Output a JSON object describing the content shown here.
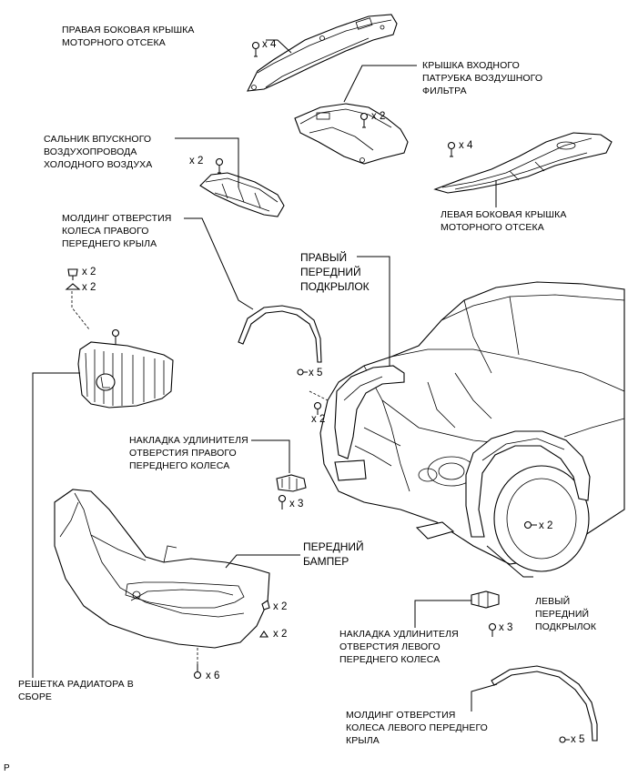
{
  "labels": {
    "right_engine_cover": "ПРАВАЯ БОКОВАЯ КРЫШКА\nМОТОРНОГО ОТСЕКА",
    "air_filter_inlet_cover": "КРЫШКА ВХОДНОГО\nПАТРУБКА ВОЗДУШНОГО\nФИЛЬТРА",
    "cold_air_intake_seal": "САЛЬНИК ВПУСКНОГО\nВОЗДУХОПРОВОДА\nХОЛОДНОГО ВОЗДУХА",
    "left_engine_cover": "ЛЕВАЯ БОКОВАЯ КРЫШКА\nМОТОРНОГО ОТСЕКА",
    "right_fender_molding": "МОЛДИНГ ОТВЕРСТИЯ\nКОЛЕСА ПРАВОГО\nПЕРЕДНЕГО КРЫЛА",
    "right_front_liner": "ПРАВЫЙ\nПЕРЕДНИЙ\nПОДКРЫЛОК",
    "right_wheel_extension": "НАКЛАДКА УДЛИНИТЕЛЯ\nОТВЕРСТИЯ ПРАВОГО\nПЕРЕДНЕГО КОЛЕСА",
    "front_bumper": "ПЕРЕДНИЙ\nБАМПЕР",
    "left_front_liner": "ЛЕВЫЙ\nПЕРЕДНИЙ\nПОДКРЫЛОК",
    "left_wheel_extension": "НАКЛАДКА УДЛИНИТЕЛЯ\nОТВЕРСТИЯ ЛЕВОГО\nПЕРЕДНЕГО КОЛЕСА",
    "radiator_grille": "РЕШЕТКА РАДИАТОРА В\nСБОРЕ",
    "left_fender_molding": "МОЛДИНГ ОТВЕРСТИЯ\nКОЛЕСА ЛЕВОГО ПЕРЕДНЕГО\nКРЫЛА"
  },
  "quantities": {
    "right_cover_clips": "x 4",
    "filter_cover_clips": "x 2",
    "seal_clips": "x 2",
    "left_cover_clips": "x 4",
    "grille_clip_a": "x 2",
    "grille_clip_b": "x 2",
    "molding_right_clips": "x 5",
    "liner_right_screws": "x 2",
    "extension_right_screws": "x 3",
    "liner_left_screws": "x 2",
    "bumper_clips_a": "x 2",
    "bumper_clips_b": "x 2",
    "extension_left_screws": "x 3",
    "bumper_bottom_screws": "x 6",
    "molding_left_clips": "x 5"
  },
  "corner_mark": "P"
}
